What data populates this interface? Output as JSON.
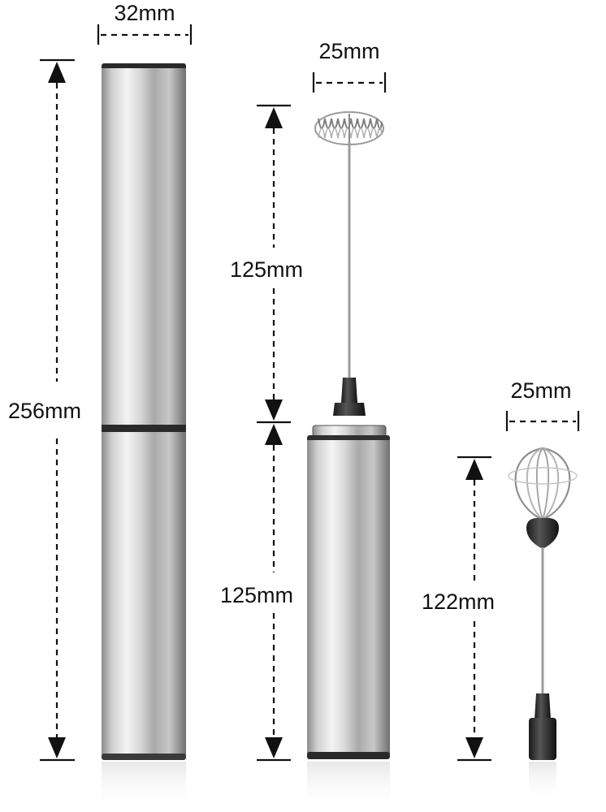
{
  "dimensions": {
    "case_width": "32mm",
    "case_length": "256mm",
    "frother_whisk_width": "25mm",
    "frother_shaft_length": "125mm",
    "frother_body_length": "125mm",
    "egg_whisk_width": "25mm",
    "egg_whisk_length": "122mm"
  },
  "colors": {
    "steel_light": "#f2f2f2",
    "steel_mid": "#b8b8b8",
    "steel_dark": "#6e6e6e",
    "black_part": "#2a2a2a",
    "dimension_line": "#111111"
  }
}
